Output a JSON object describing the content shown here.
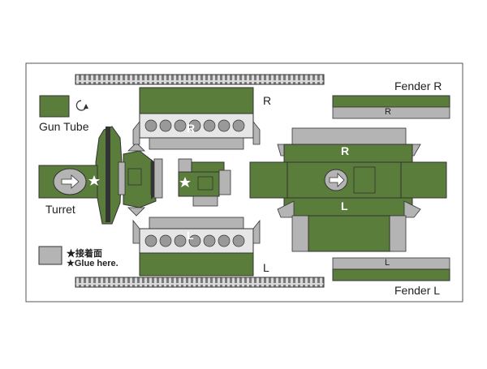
{
  "labels": {
    "gun_tube": "Gun Tube",
    "turret": "Turret",
    "fender_r": "Fender R",
    "fender_l": "Fender L",
    "side_r": "R",
    "side_l": "L",
    "hull_r": "R",
    "hull_l": "L",
    "glue_jp": "★接着面",
    "glue_en": "★Glue here.",
    "piece_r": "R",
    "piece_l": "L",
    "fender_piece_r": "R",
    "fender_piece_l": "L"
  },
  "colors": {
    "olive": "#5a7d3c",
    "olive_dark": "#4a6a30",
    "glue_gray": "#b4b4b4",
    "outline": "#333333",
    "wheel": "#e6e6e6"
  },
  "icons": {
    "rotate": "rotate-arrow-icon",
    "arrow": "direction-arrow-icon",
    "star": "white-star-icon"
  }
}
